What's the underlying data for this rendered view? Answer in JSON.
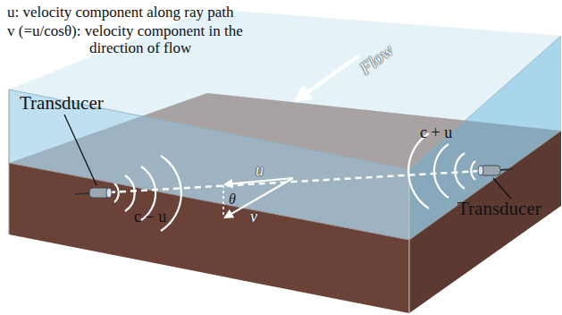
{
  "diagram": {
    "labels": [
      "u: velocity component along ray path",
      "v (=u/cosθ): velocity component in the direction of flow",
      "Transducer",
      "Flow",
      "u",
      "θ",
      "v",
      "c − u",
      "c + u",
      "Transducer"
    ]
  }
}
